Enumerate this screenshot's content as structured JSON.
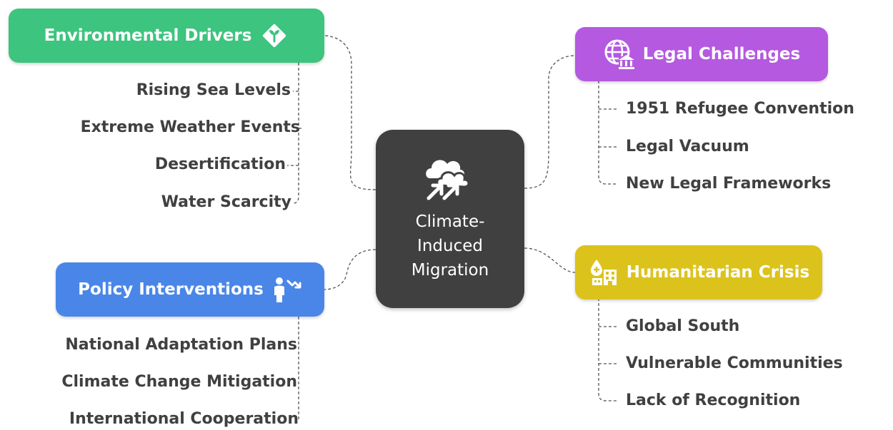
{
  "center": {
    "title": "Climate-Induced Migration",
    "icon": "cloud-migration-icon"
  },
  "branches": {
    "environmental": {
      "title": "Environmental Drivers",
      "color": "#3dc47e",
      "icon": "plant-diamond-icon",
      "items": [
        "Rising Sea Levels",
        "Extreme Weather Events",
        "Desertification",
        "Water Scarcity"
      ]
    },
    "policy": {
      "title": "Policy Interventions",
      "color": "#4a86e8",
      "icon": "person-trend-down-icon",
      "items": [
        "National Adaptation Plans",
        "Climate Change Mitigation",
        "International Cooperation"
      ]
    },
    "legal": {
      "title": "Legal Challenges",
      "color": "#b459e0",
      "icon": "globe-courthouse-icon",
      "items": [
        "1951 Refugee Convention",
        "Legal Vacuum",
        "New Legal Frameworks"
      ]
    },
    "humanitarian": {
      "title": "Humanitarian Crisis",
      "color": "#dcc31c",
      "icon": "aid-building-icon",
      "items": [
        "Global South",
        "Vulnerable Communities",
        "Lack of Recognition"
      ]
    }
  }
}
